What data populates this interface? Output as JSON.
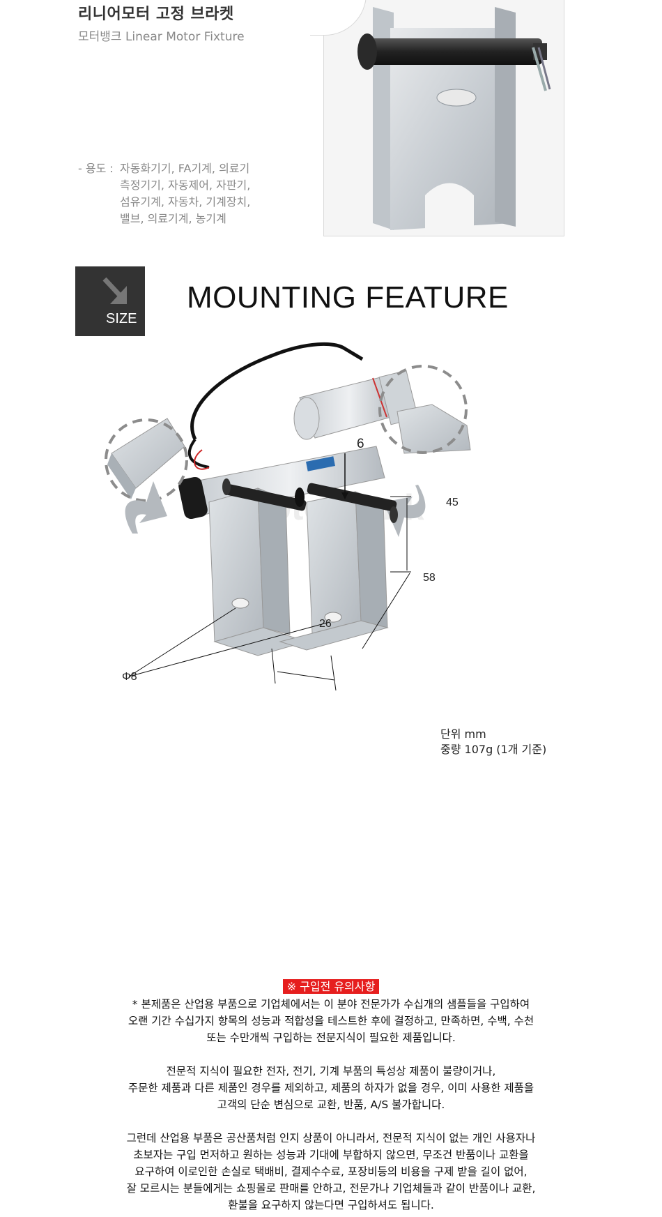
{
  "header": {
    "title": "리니어모터 고정 브라켓",
    "subtitle": "모터뱅크 Linear Motor Fixture",
    "usage_label": "- 용도 :",
    "usage_lines": [
      "자동화기기, FA기계, 의료기",
      "측정기기, 자동제어, 자판기,",
      "섬유기계, 자동차, 기계장치,",
      "밸브, 의료기계, 농기계"
    ]
  },
  "size_section": {
    "badge_label": "SIZE",
    "title": "MOUNTING FEATURE",
    "watermark": "motorbank",
    "dimensions": {
      "pin": "6",
      "height": "45",
      "depth": "58",
      "width": "26",
      "hole": "Φ8"
    },
    "unit_line": "단위 mm",
    "weight_line": "중량 107g (1개 기준)"
  },
  "notice": {
    "heading": "※ 구입전 유의사항",
    "paragraphs": [
      [
        "* 본제품은 산업용 부품으로 기업체에서는 이 분야 전문가가 수십개의 샘플들을 구입하여",
        "오랜 기간 수십가지 항목의 성능과 적합성을 테스트한 후에 결정하고, 만족하면, 수백, 수천",
        "또는 수만개씩 구입하는 전문지식이 필요한 제품입니다."
      ],
      [
        "전문적 지식이 필요한 전자, 전기, 기계 부품의 특성상 제품이 불량이거나,",
        "주문한 제품과 다른 제품인 경우를 제외하고, 제품의 하자가 없을 경우, 이미 사용한 제품을",
        "고객의 단순 변심으로 교환, 반품, A/S 불가합니다."
      ],
      [
        "그런데 산업용 부품은 공산품처럼 인지 상품이 아니라서, 전문적 지식이 없는 개인 사용자나",
        "초보자는 구입 먼저하고 원하는 성능과 기대에 부합하지 않으면, 무조건 반품이나 교환을",
        "요구하여 이로인한 손실로 택배비, 결제수수료, 포장비등의 비용을 구제 받을 길이 없어,",
        "잘 모르시는 분들에게는 쇼핑몰로 판매를 안하고, 전문가나 기업체들과 같이 반품이나 교환,",
        "환불을 요구하지 않는다면 구입하셔도 됩니다."
      ]
    ]
  }
}
